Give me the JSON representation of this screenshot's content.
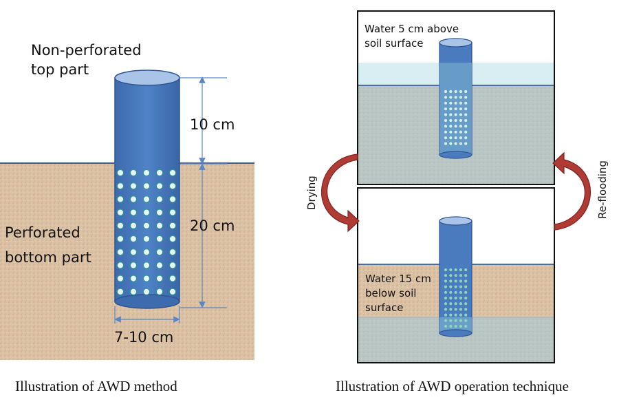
{
  "left_panel": {
    "top_label_line1": "Non-perforated",
    "top_label_line2": "top part",
    "bottom_label_line1": "Perforated",
    "bottom_label_line2": "bottom part",
    "dim_top": "10 cm",
    "dim_bottom": "20 cm",
    "dim_width": "7-10 cm",
    "caption": "Illustration of AWD method"
  },
  "right_panel": {
    "flooded_label_line1": "Water 5 cm above",
    "flooded_label_line2": "soil surface",
    "dry_label_line1": "Water 15 cm",
    "dry_label_line2": "below soil",
    "dry_label_line3": "surface",
    "drying_label": "Drying",
    "reflooding_label": "Re-flooding",
    "caption": "Illustration of AWD operation technique"
  },
  "colors": {
    "soil": "#dcc2a5",
    "pipe": "#4a7bbf",
    "pipe_top": "#a9c4e6",
    "water_shallow": "#d8eef3",
    "saturated_soil": "#b9c6c4",
    "arrow": "#b03a34",
    "dimension_line": "#5b86c4"
  }
}
